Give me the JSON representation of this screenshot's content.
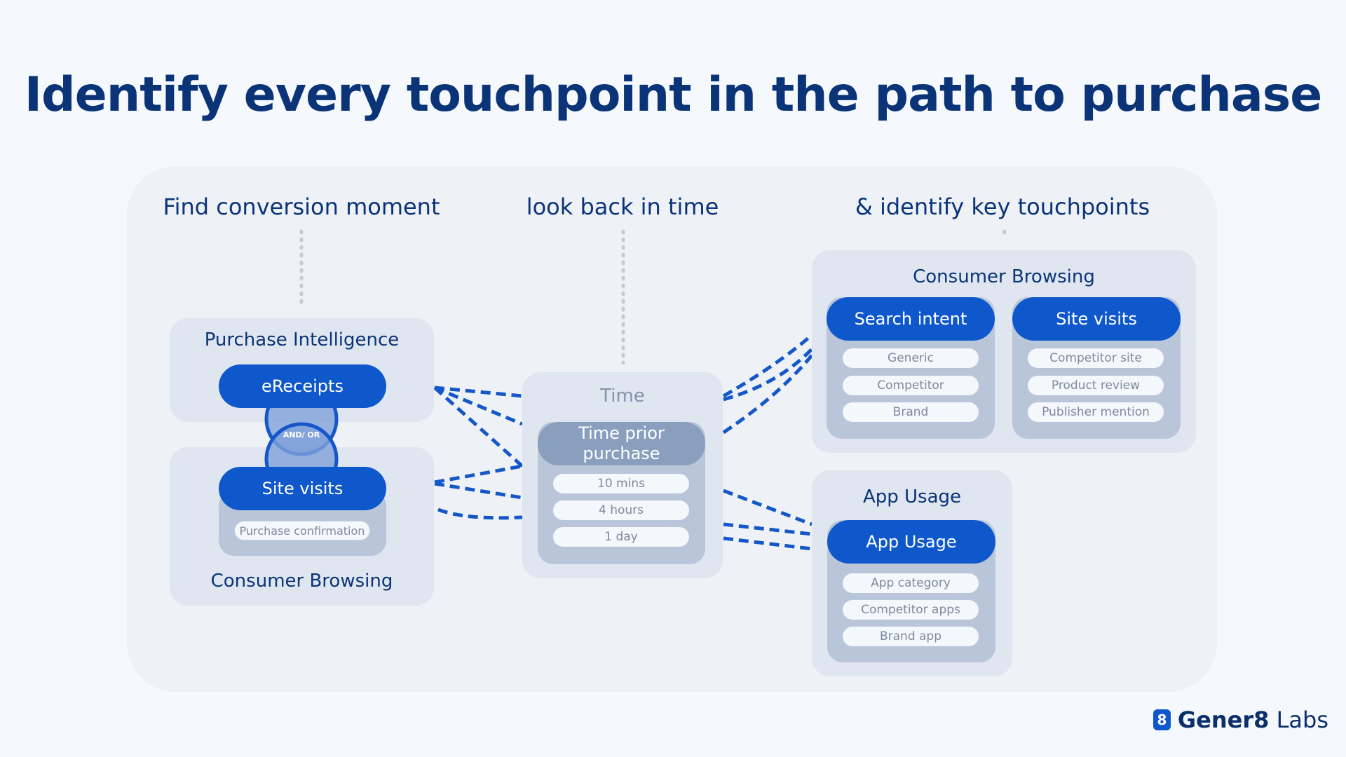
{
  "title": "Identify every touchpoint in the path to purchase",
  "columns": {
    "col1": "Find conversion moment",
    "col2": "look back in time",
    "col3": "& identify key touchpoints"
  },
  "purchase_intelligence": {
    "title": "Purchase Intelligence",
    "pill": "eReceipts"
  },
  "connector_label": "AND/ OR",
  "consumer_browsing_left": {
    "pill": "Site visits",
    "chip": "Purchase confirmation",
    "title": "Consumer Browsing"
  },
  "time": {
    "title": "Time",
    "header": "Time prior purchase",
    "chips": [
      "10 mins",
      "4 hours",
      "1 day"
    ]
  },
  "consumer_browsing_right": {
    "title": "Consumer Browsing",
    "search_intent": {
      "header": "Search intent",
      "chips": [
        "Generic",
        "Competitor",
        "Brand"
      ]
    },
    "site_visits": {
      "header": "Site visits",
      "chips": [
        "Competitor site",
        "Product review",
        "Publisher mention"
      ]
    }
  },
  "app_usage": {
    "title": "App Usage",
    "header": "App Usage",
    "chips": [
      "App category",
      "Competitor apps",
      "Brand app"
    ]
  },
  "logo": {
    "mark": "8",
    "brand": "Gener8",
    "suffix": "Labs"
  },
  "colors": {
    "primary": "#0f58cc",
    "title": "#0b3478",
    "card": "#e0e6ef",
    "inner": "#b9c6da"
  }
}
